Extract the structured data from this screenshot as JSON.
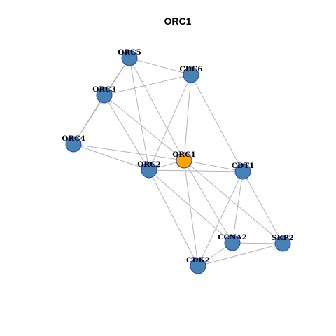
{
  "title": "ORC1",
  "colors": {
    "node_fill": "#4682b4",
    "query_node_fill": "#ffa500",
    "node_border": "#1f3fd0",
    "edge": "#b4b4b4"
  },
  "nodes": [
    {
      "id": "ORC5",
      "label": "ORC5",
      "query": false
    },
    {
      "id": "CDC6",
      "label": "CDC6",
      "query": false
    },
    {
      "id": "ORC3",
      "label": "ORC3",
      "query": false
    },
    {
      "id": "ORC4",
      "label": "ORC4",
      "query": false
    },
    {
      "id": "ORC1",
      "label": "ORC1",
      "query": true
    },
    {
      "id": "ORC2",
      "label": "ORC2",
      "query": false
    },
    {
      "id": "CDT1",
      "label": "CDT1",
      "query": false
    },
    {
      "id": "CCNA2",
      "label": "CCNA2",
      "query": false
    },
    {
      "id": "SKP2",
      "label": "SKP2",
      "query": false
    },
    {
      "id": "CDK2",
      "label": "CDK2",
      "query": false
    }
  ],
  "edges": [
    [
      "ORC5",
      "CDC6"
    ],
    [
      "ORC5",
      "ORC3"
    ],
    [
      "ORC5",
      "ORC4"
    ],
    [
      "ORC5",
      "ORC2"
    ],
    [
      "ORC5",
      "ORC1"
    ],
    [
      "ORC3",
      "CDC6"
    ],
    [
      "ORC3",
      "ORC4"
    ],
    [
      "ORC3",
      "ORC2"
    ],
    [
      "ORC3",
      "ORC1"
    ],
    [
      "CDC6",
      "ORC2"
    ],
    [
      "CDC6",
      "ORC1"
    ],
    [
      "CDC6",
      "CDT1"
    ],
    [
      "ORC4",
      "ORC1"
    ],
    [
      "ORC4",
      "ORC2"
    ],
    [
      "ORC2",
      "ORC1"
    ],
    [
      "ORC2",
      "CDT1"
    ],
    [
      "ORC2",
      "CDK2"
    ],
    [
      "ORC2",
      "CCNA2"
    ],
    [
      "ORC1",
      "CDT1"
    ],
    [
      "ORC1",
      "CCNA2"
    ],
    [
      "ORC1",
      "CDK2"
    ],
    [
      "ORC1",
      "SKP2"
    ],
    [
      "CDT1",
      "CCNA2"
    ],
    [
      "CDT1",
      "SKP2"
    ],
    [
      "CDT1",
      "CDK2"
    ],
    [
      "CCNA2",
      "SKP2"
    ],
    [
      "CCNA2",
      "CDK2"
    ],
    [
      "CDK2",
      "SKP2"
    ]
  ]
}
